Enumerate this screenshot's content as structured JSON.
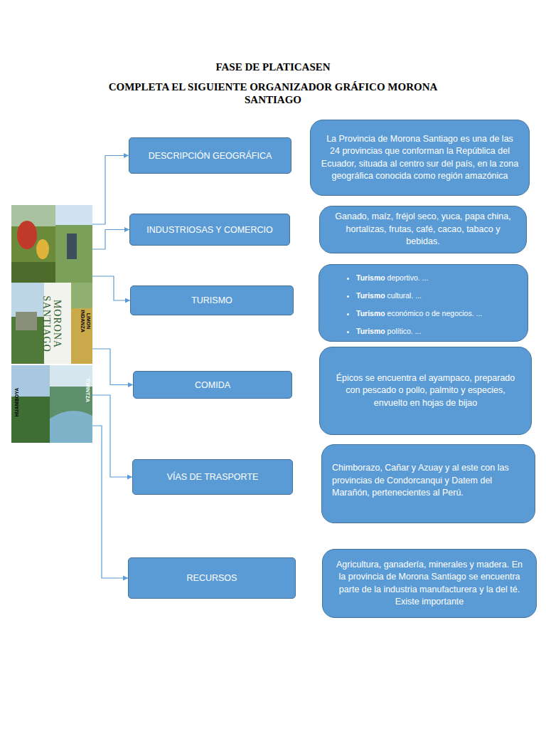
{
  "diagram": {
    "title": "FASE DE PLATICASEN",
    "nodes": [
      {
        "text": [
          "MORONA SANTIAGO",
          "LIMON INDANZA",
          "HUAMBOYA",
          "TIWINTZA"
        ]
      },
      {
        "text": [
          "DESCRIPCIÓN GEOGRÁFICA"
        ]
      },
      {
        "text": [
          "La Provincia de Morona Santiago es una de las 24 provincias que conforman la República del Ecuador, situada al centro sur del país, en la zona geográfica conocida como región amazónica"
        ]
      },
      {
        "text": [
          "INDUSTRIOSAS Y COMERCIO"
        ]
      },
      {
        "text": [
          "Ganado, maíz, fréjol seco, yuca, papa china, hortalizas, frutas, café, cacao, tabaco y bebidas."
        ]
      },
      {
        "text": [
          "TURISMO"
        ]
      },
      {
        "text": [
          "Turismo deportivo. ...",
          "Turismo cultural. ...",
          "Turismo económico o de negocios. ...",
          "Turismo político. ..."
        ]
      },
      {
        "text": [
          "COMIDA"
        ]
      },
      {
        "text": [
          "Épicos se encuentra el ayampaco, preparado con pescado o pollo, palmito y especies, envuelto en hojas de bijao"
        ]
      },
      {
        "text": [
          "VÍAS DE TRASPORTE"
        ]
      },
      {
        "text": [
          "Chimborazo, Cañar y Azuay y al este con las provincias de Condorcanqui y Datem del Marañón, pertenecientes al Perú."
        ]
      },
      {
        "text": [
          "RECURSOS"
        ]
      },
      {
        "text": [
          "Agricultura, ganadería, minerales y madera. En la provincia de Morona Santiago se encuentra parte de la industria manufacturera y la del té. Existe importante"
        ]
      }
    ],
    "edges": [
      {
        "from": 0,
        "to": 1,
        "arrow": "to"
      },
      {
        "from": 0,
        "to": 3,
        "arrow": "to"
      },
      {
        "from": 0,
        "to": 5,
        "arrow": "to"
      },
      {
        "from": 0,
        "to": 7,
        "arrow": "to"
      },
      {
        "from": 0,
        "to": 9,
        "arrow": "to"
      },
      {
        "from": 0,
        "to": 11,
        "arrow": "to"
      }
    ],
    "labels": [
      "COMPLETA EL SIGUIENTE ORGANIZADOR GRÁFICO MORONA SANTIAGO"
    ]
  }
}
